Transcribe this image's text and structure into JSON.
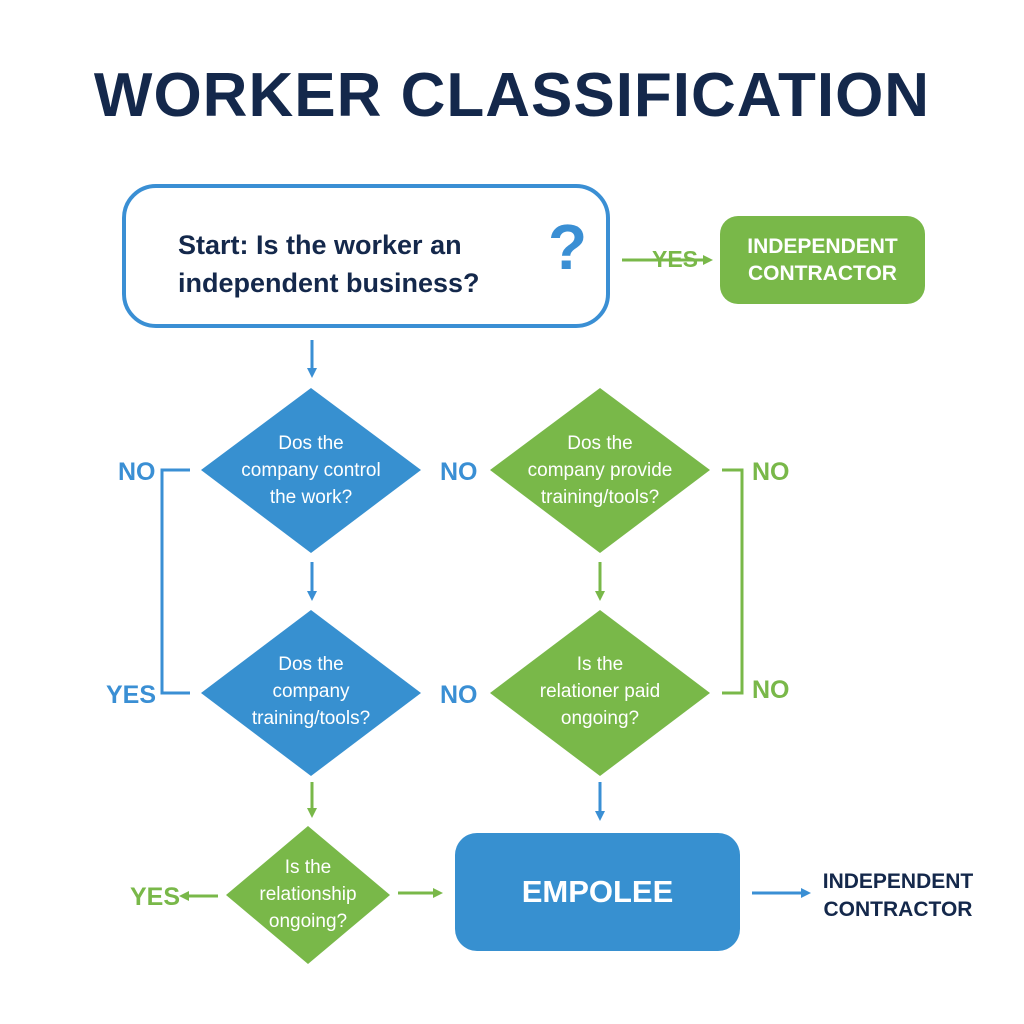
{
  "title": "WORKER CLASSIFICATION",
  "start": {
    "text": "Start: Is the worker an independent business?",
    "icon": "question-mark-icon",
    "icon_glyph": "?"
  },
  "yes_top_label": "YES",
  "contractor_box": "INDEPENDENT\nCONTRACTOR",
  "diamonds": {
    "control": "Dos the\ncompany control\nthe work?",
    "training_left": "Dos the\ncompany\ntraining/tools?",
    "ongoing_left": "Is the\nrelationship\nongoing?",
    "provide": "Dos the\ncompany provide\ntraining/tools?",
    "paid": "Is the\nrelationer paid\nongoing?"
  },
  "labels": {
    "no_left": "NO",
    "yes_left": "YES",
    "no_mid_top": "NO",
    "no_mid_bottom": "NO",
    "no_right_top": "NO",
    "no_right_bottom": "NO",
    "yes_bottom_left": "YES"
  },
  "employee_box": "EMPOLEE",
  "contractor_out": "INDEPENDENT\nCONTRACTOR",
  "colors": {
    "blue": "#3a8fd4",
    "green": "#79b849",
    "navy": "#14284b"
  }
}
